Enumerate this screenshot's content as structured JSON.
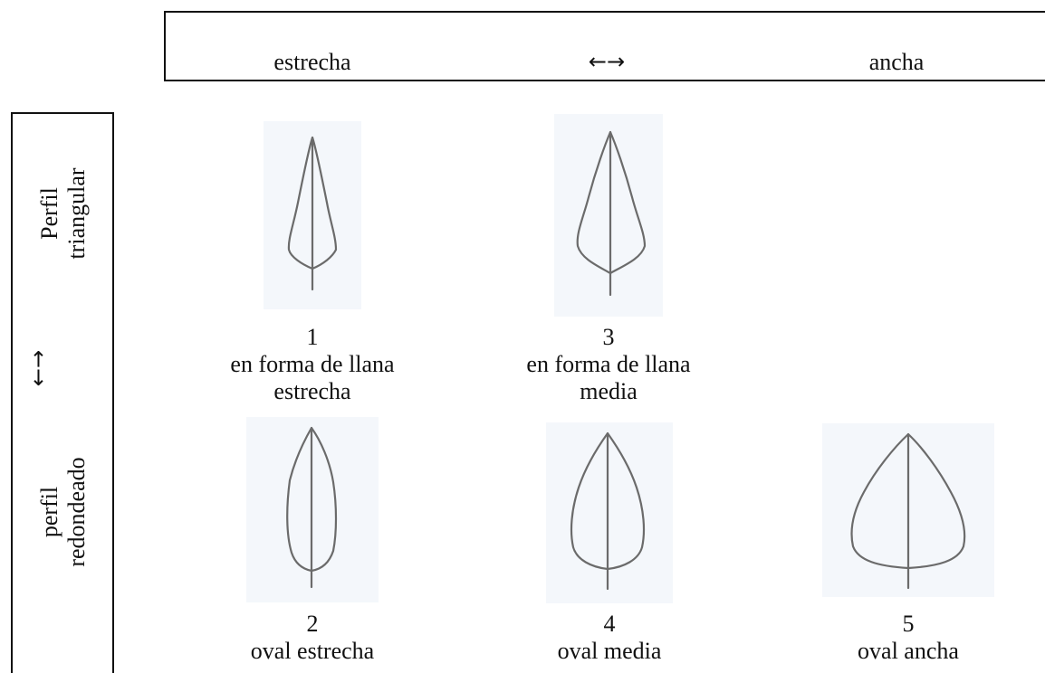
{
  "header": {
    "narrow_label": "estrecha",
    "arrows": "←→",
    "wide_label": "ancha"
  },
  "side": {
    "top_label_line1": "Perfil",
    "top_label_line2": "triangular",
    "arrows": "←→",
    "bottom_label_line1": "perfil",
    "bottom_label_line2": "redondeado"
  },
  "leaves": [
    {
      "number": "1",
      "line1": "en forma de llana",
      "line2": "estrecha"
    },
    {
      "number": "3",
      "line1": "en forma de llana",
      "line2": "media"
    },
    {
      "number": "2",
      "line1": "oval estrecha",
      "line2": ""
    },
    {
      "number": "4",
      "line1": "oval media",
      "line2": ""
    },
    {
      "number": "5",
      "line1": "oval ancha",
      "line2": ""
    }
  ]
}
